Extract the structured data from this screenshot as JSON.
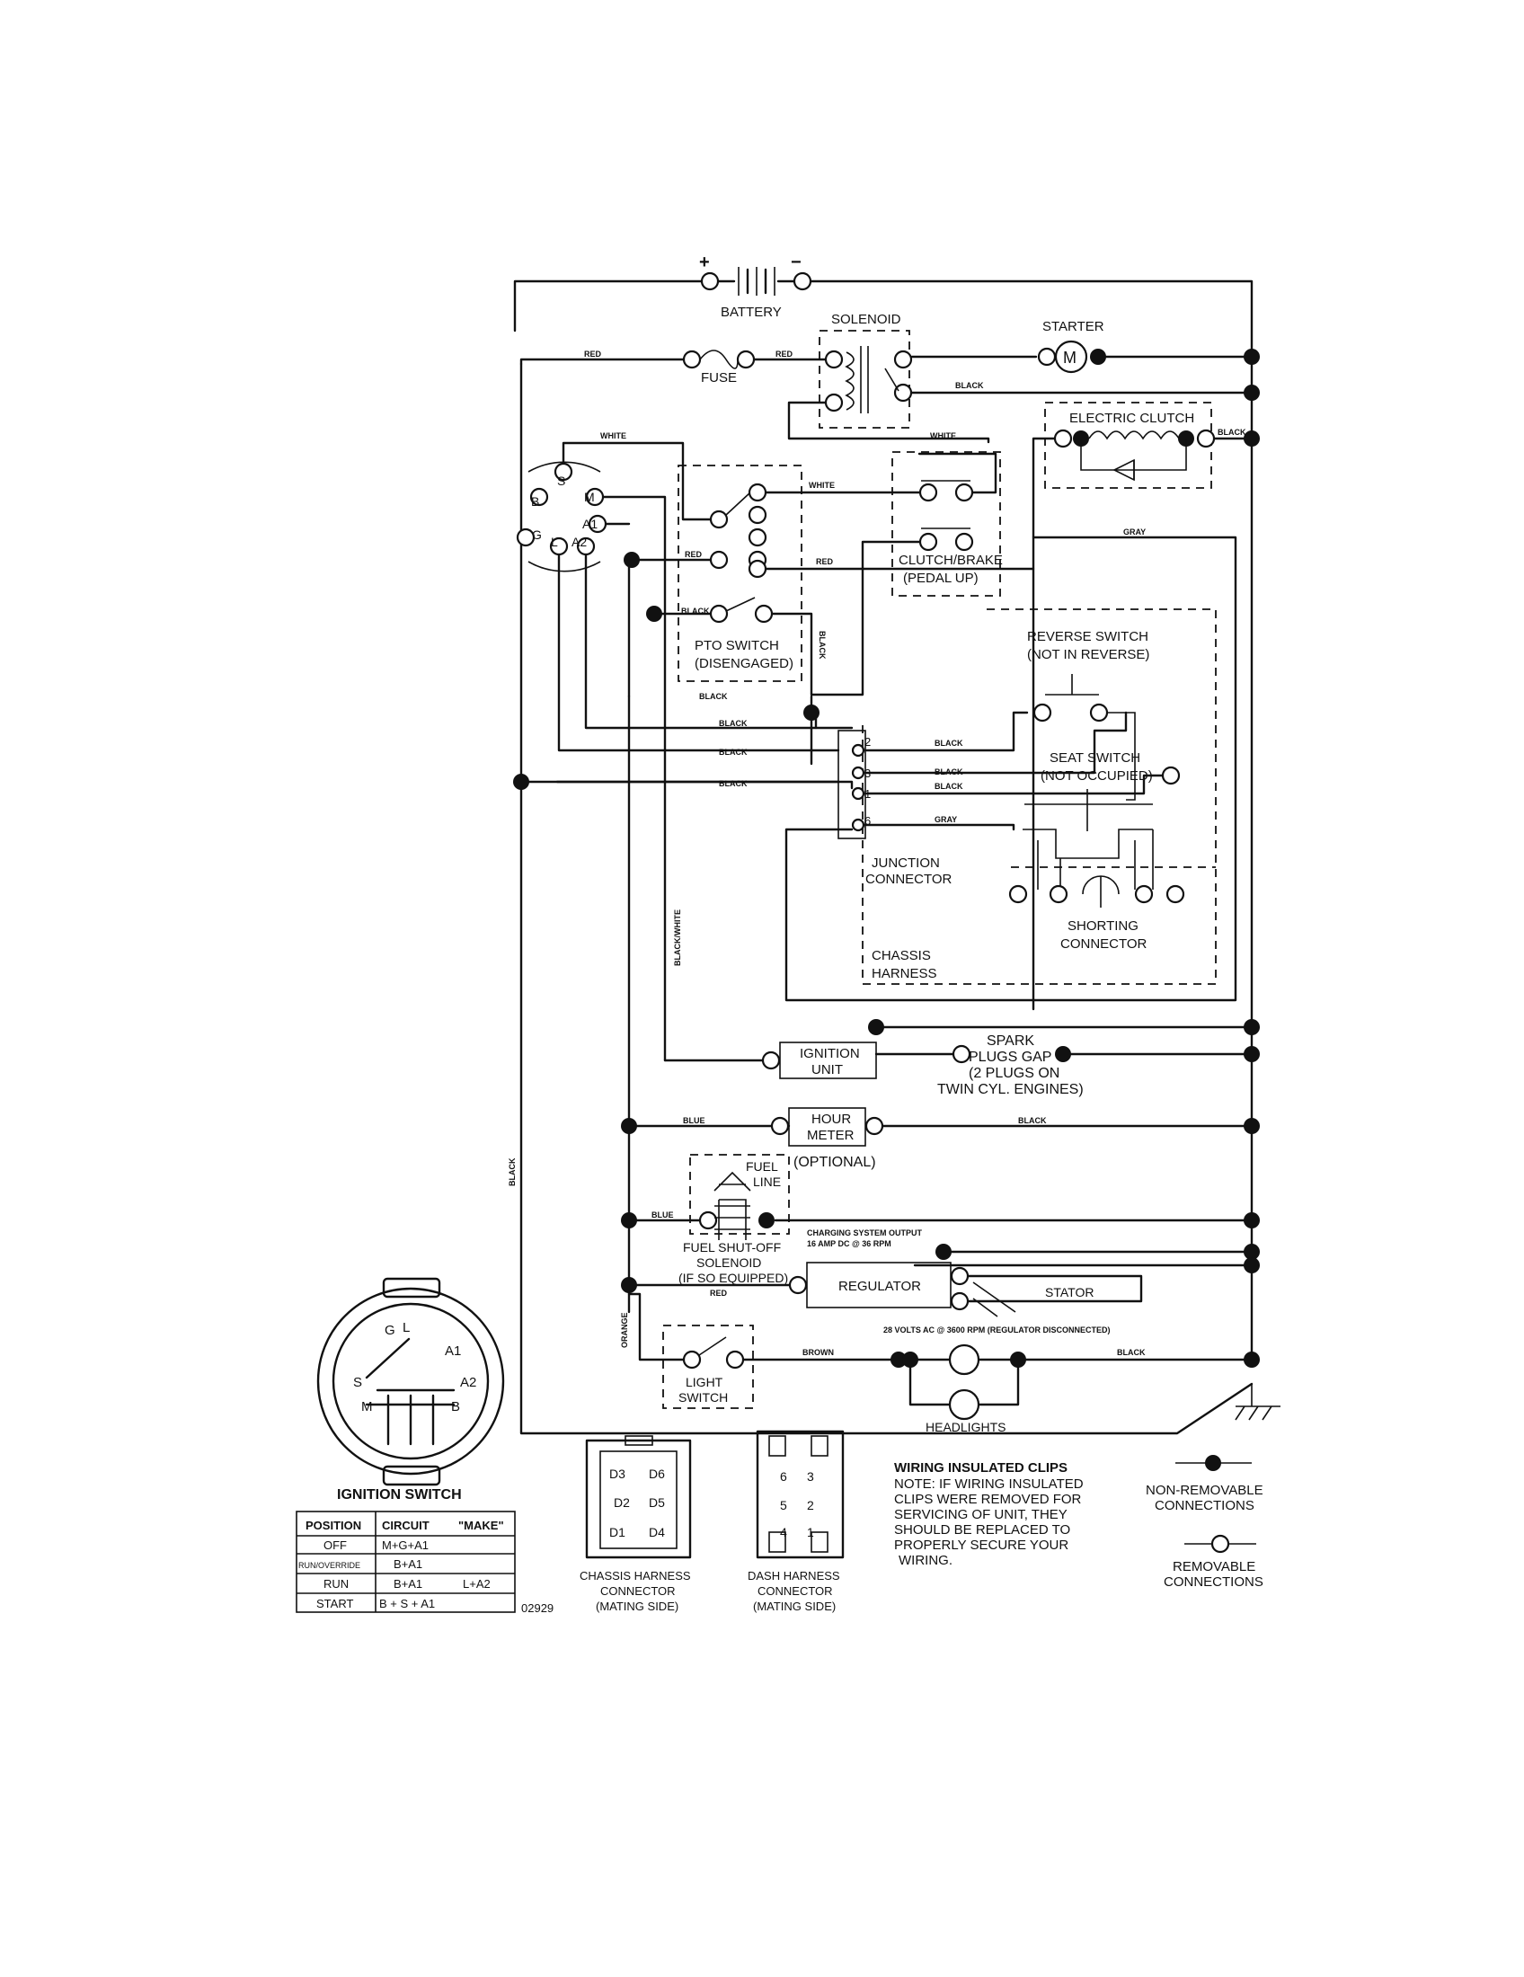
{
  "components": {
    "battery": "BATTERY",
    "battery_pos": "+",
    "battery_neg": "−",
    "solenoid": "SOLENOID",
    "starter": "STARTER",
    "starter_motor": "M",
    "fuse": "FUSE",
    "electric_clutch": "ELECTRIC CLUTCH",
    "clutch_brake_1": "CLUTCH/BRAKE",
    "clutch_brake_2": "(PEDAL UP)",
    "pto_switch_1": "PTO SWITCH",
    "pto_switch_2": "(DISENGAGED)",
    "reverse_switch_1": "REVERSE SWITCH",
    "reverse_switch_2": "(NOT IN REVERSE)",
    "seat_switch_1": "SEAT SWITCH",
    "seat_switch_2": "(NOT OCCUPIED)",
    "junction_1": "JUNCTION",
    "junction_2": "CONNECTOR",
    "chassis_harness_1": "CHASSIS",
    "chassis_harness_2": "HARNESS",
    "shorting_1": "SHORTING",
    "shorting_2": "CONNECTOR",
    "ignition_unit_1": "IGNITION",
    "ignition_unit_2": "UNIT",
    "spark_1": "SPARK",
    "spark_2": "PLUGS GAP",
    "spark_3": "(2 PLUGS ON",
    "spark_4": "TWIN CYL. ENGINES)",
    "hour_meter_1": "HOUR",
    "hour_meter_2": "METER",
    "hour_meter_3": "(OPTIONAL)",
    "fuel_line_1": "FUEL",
    "fuel_line_2": "LINE",
    "fuel_solenoid_1": "FUEL SHUT-OFF",
    "fuel_solenoid_2": "SOLENOID",
    "fuel_solenoid_3": "(IF SO EQUIPPED)",
    "charging_1": "CHARGING SYSTEM OUTPUT",
    "charging_2": "16 AMP DC @ 36 RPM",
    "regulator": "REGULATOR",
    "stator": "STATOR",
    "stator_volts": "28 VOLTS AC @ 3600 RPM (REGULATOR DISCONNECTED)",
    "light_switch_1": "LIGHT",
    "light_switch_2": "SWITCH",
    "headlights": "HEADLIGHTS"
  },
  "ignition_terminals": {
    "s": "S",
    "m": "M",
    "b": "B",
    "a1": "A1",
    "g": "G",
    "l": "L",
    "a2": "A2"
  },
  "junction_pins": {
    "p2": "2",
    "p3": "3",
    "p1": "1",
    "p6": "6"
  },
  "wires": {
    "red": "RED",
    "black": "BLACK",
    "white": "WHITE",
    "gray": "GRAY",
    "blue": "BLUE",
    "orange": "ORANGE",
    "brown": "BROWN",
    "black_white": "BLACK/WHITE"
  },
  "ignition_switch": {
    "title": "IGNITION SWITCH",
    "face": {
      "g": "G",
      "l": "L",
      "a1": "A1",
      "a2": "A2",
      "s": "S",
      "m": "M",
      "b": "B"
    },
    "headers": [
      "POSITION",
      "CIRCUIT",
      "\"MAKE\""
    ],
    "rows": [
      [
        "OFF",
        "M+G+A1",
        ""
      ],
      [
        "RUN/OVERRIDE",
        "B+A1",
        ""
      ],
      [
        "RUN",
        "B+A1",
        "L+A2"
      ],
      [
        "START",
        "B + S + A1",
        ""
      ]
    ],
    "code": "02929"
  },
  "chassis_connector": {
    "pins": [
      "D3",
      "D6",
      "D2",
      "D5",
      "D1",
      "D4"
    ],
    "label_1": "CHASSIS HARNESS",
    "label_2": "CONNECTOR",
    "label_3": "(MATING SIDE)"
  },
  "dash_connector": {
    "pins": [
      "6",
      "3",
      "5",
      "2",
      "4",
      "1"
    ],
    "label_1": "DASH HARNESS",
    "label_2": "CONNECTOR",
    "label_3": "(MATING SIDE)"
  },
  "note": {
    "title": "WIRING INSULATED CLIPS",
    "lines": [
      "NOTE: IF WIRING INSULATED",
      "CLIPS WERE REMOVED FOR",
      "SERVICING OF UNIT, THEY",
      "SHOULD BE REPLACED TO",
      "PROPERLY SECURE YOUR",
      "WIRING."
    ]
  },
  "legend": {
    "nonremovable_1": "NON-REMOVABLE",
    "nonremovable_2": "CONNECTIONS",
    "removable_1": "REMOVABLE",
    "removable_2": "CONNECTIONS"
  }
}
